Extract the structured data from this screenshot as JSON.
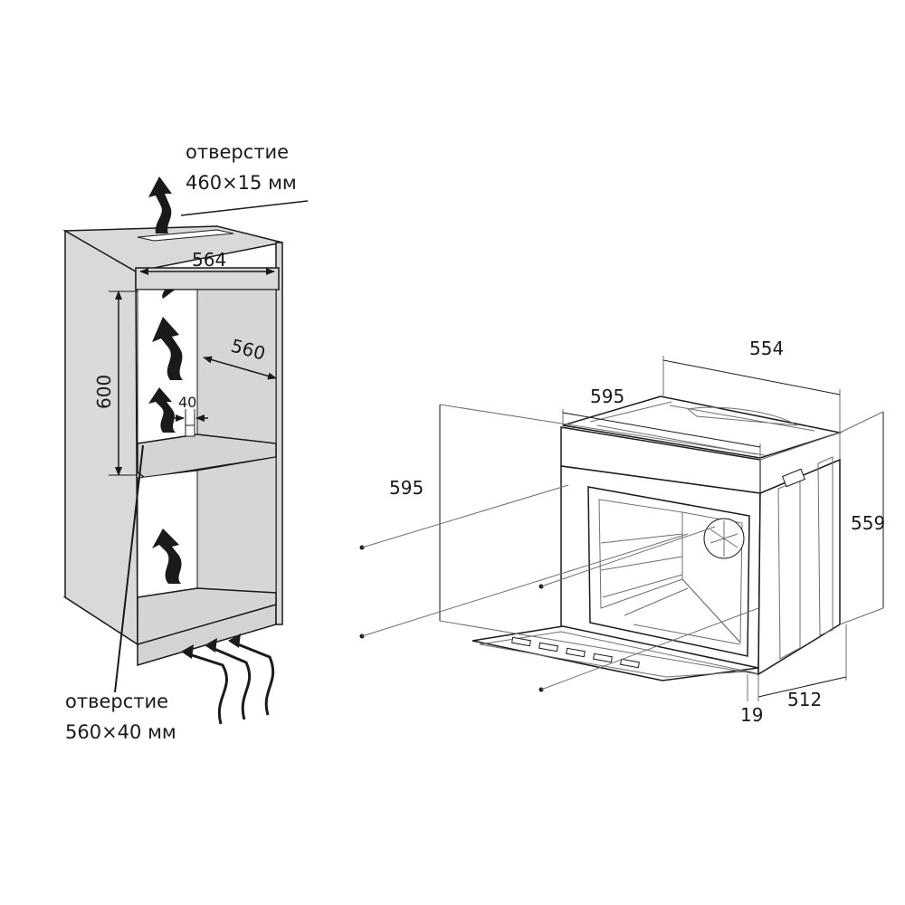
{
  "cabinet": {
    "top_vent_label_line1": "отверстие",
    "top_vent_label_line2": "460×15 мм",
    "bottom_vent_label_line1": "отверстие",
    "bottom_vent_label_line2": "560×40 мм",
    "dim_width": "564",
    "dim_depth": "560",
    "dim_height": "600",
    "dim_gap": "40"
  },
  "oven": {
    "dim_top_depth": "554",
    "dim_front_width": "595",
    "dim_front_height": "595",
    "dim_side_height": "559",
    "dim_body_depth": "512",
    "dim_door_thickness": "19"
  }
}
